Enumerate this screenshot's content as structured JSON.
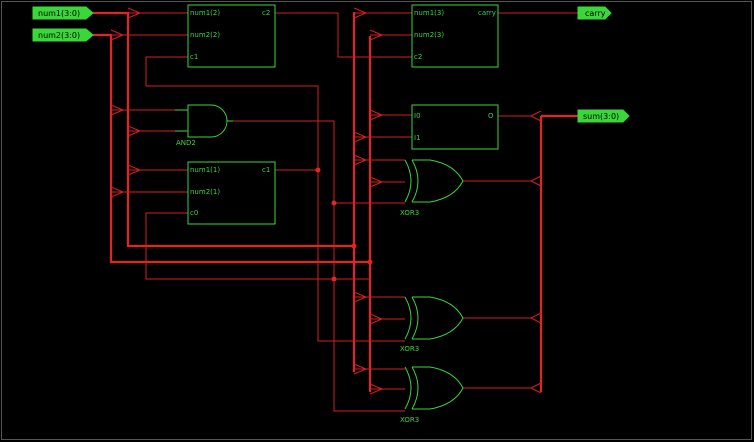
{
  "ports": {
    "in_num1": "num1(3:0)",
    "in_num2": "num2(3:0)",
    "out_carry": "carry",
    "out_sum": "sum(3:0)"
  },
  "adder_top": {
    "pin_a": "num1(2)",
    "pin_b": "num2(2)",
    "pin_c": "c1",
    "pin_out": "c2"
  },
  "adder_mid": {
    "pin_a": "num1(1)",
    "pin_b": "num2(1)",
    "pin_c": "c0",
    "pin_out": "c1"
  },
  "adder_right": {
    "pin_a": "num1(3)",
    "pin_b": "num2(3)",
    "pin_c": "c2",
    "pin_out": "carry"
  },
  "bus_block": {
    "pin_a": "I0",
    "pin_b": "I1",
    "pin_out": "O"
  },
  "and_gate": {
    "label": "AND2"
  },
  "xor_1": {
    "label": "XOR3"
  },
  "xor_2": {
    "label": "XOR3"
  },
  "xor_3": {
    "label": "XOR3"
  },
  "colors": {
    "background": "#000000",
    "symbol": "#39d739",
    "wire": "#d42020"
  }
}
